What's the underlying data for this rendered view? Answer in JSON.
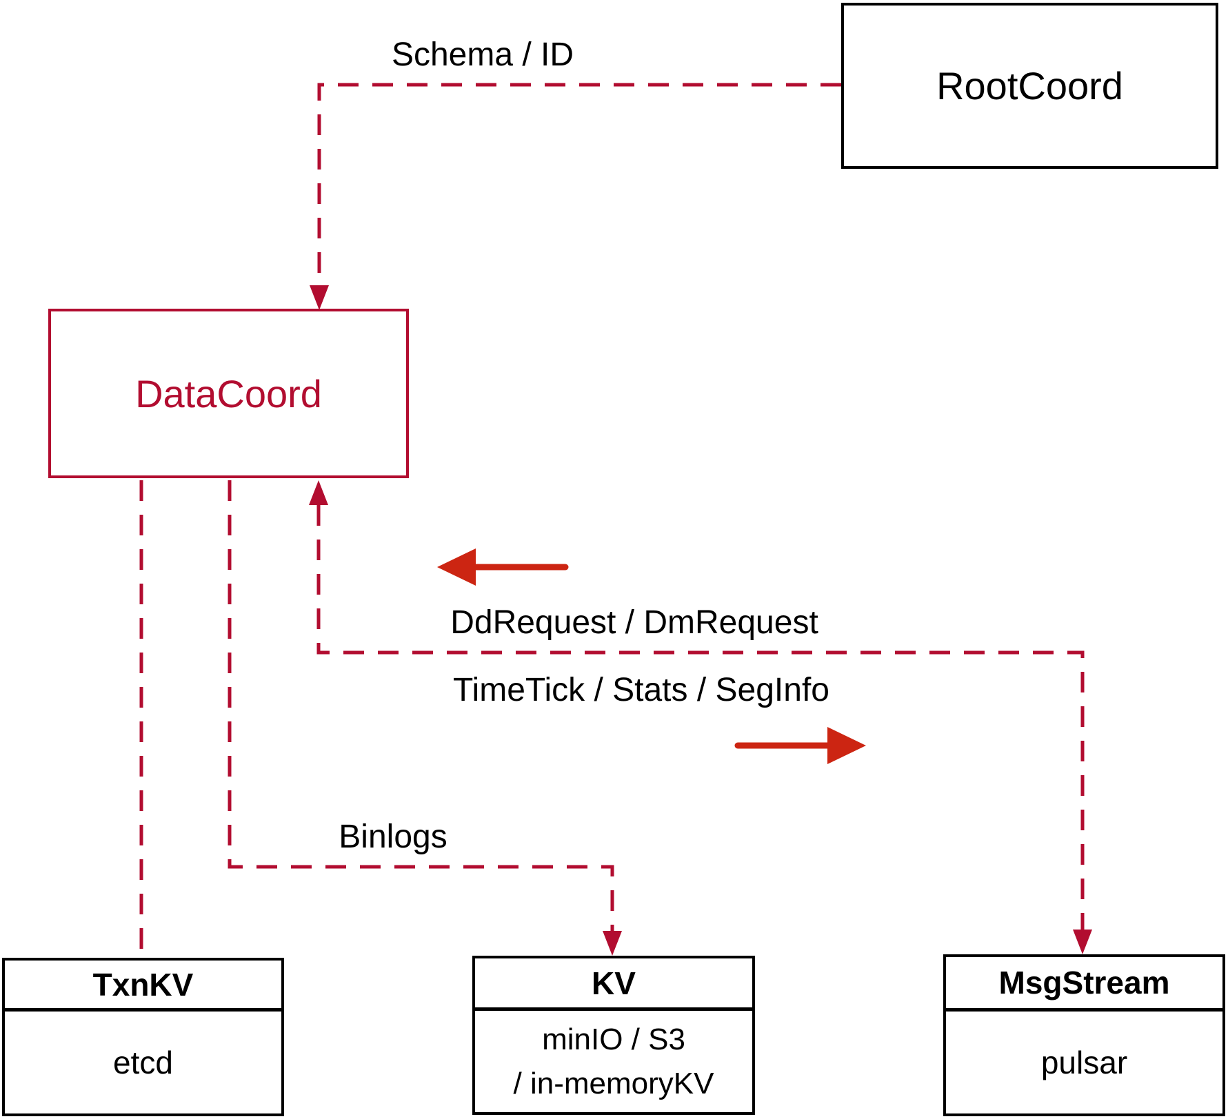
{
  "diagram": {
    "title_context": "DataCoord component diagram",
    "nodes": {
      "root_coord": {
        "label": "RootCoord"
      },
      "data_coord": {
        "label": "DataCoord"
      },
      "txn_kv": {
        "title": "TxnKV",
        "impl": "etcd"
      },
      "kv": {
        "title": "KV",
        "impl_line1": "minIO / S3",
        "impl_line2": "/ in-memoryKV"
      },
      "msg_stream": {
        "title": "MsgStream",
        "impl": "pulsar"
      }
    },
    "edges": {
      "schema_id": {
        "label": "Schema / ID",
        "from": "RootCoord",
        "to": "DataCoord",
        "style": "dashed"
      },
      "dd_request": {
        "label": "DdRequest / DmRequest",
        "direction": "left",
        "to": "DataCoord",
        "style": "dashed"
      },
      "time_tick": {
        "label": "TimeTick / Stats / SegInfo",
        "direction": "right",
        "to": "MsgStream",
        "style": "dashed"
      },
      "binlogs": {
        "label": "Binlogs",
        "from": "DataCoord",
        "to": "KV",
        "style": "dashed"
      },
      "txn_link": {
        "label": "",
        "from": "DataCoord",
        "to": "TxnKV",
        "style": "dashed"
      }
    },
    "colors": {
      "dashed_crimson": "#b20d30",
      "solid_arrow_red": "#cc2512",
      "box_black": "#000000",
      "background": "#ffffff"
    }
  }
}
